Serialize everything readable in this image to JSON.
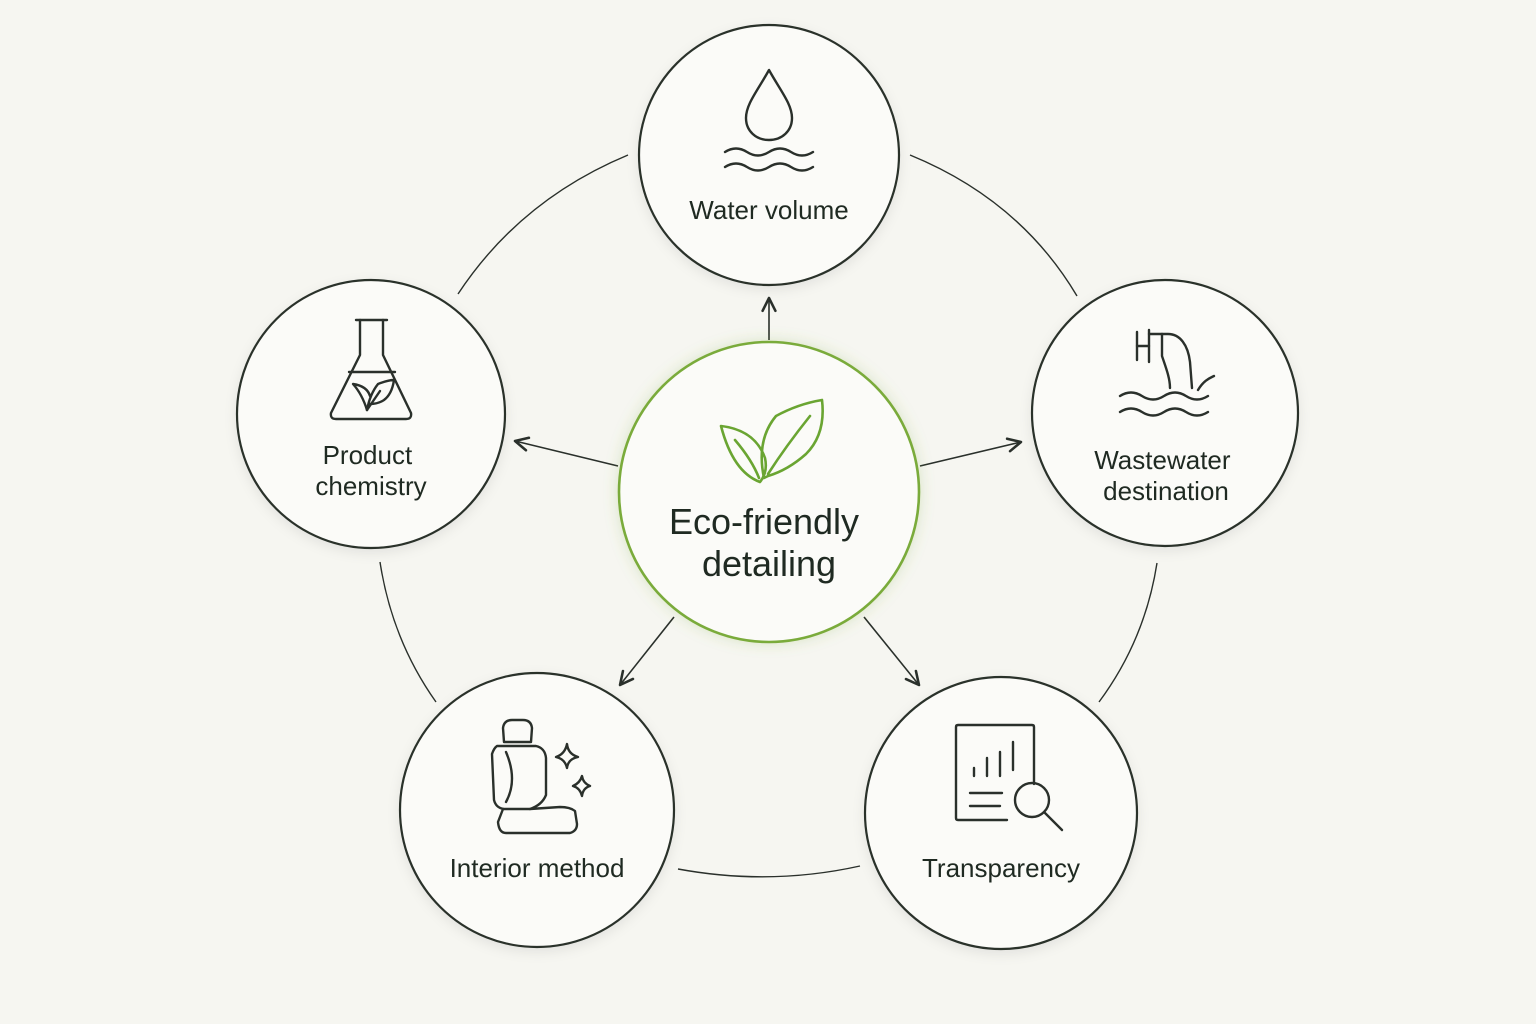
{
  "center": {
    "line1": "Eco-friendly",
    "line2": "detailing",
    "icon": "leaves-icon"
  },
  "nodes": [
    {
      "id": "water-volume",
      "lines": [
        "Water volume"
      ],
      "icon": "water-drop-icon"
    },
    {
      "id": "wastewater-destination",
      "lines": [
        "Wastewater",
        "destination"
      ],
      "icon": "drain-pipe-icon"
    },
    {
      "id": "transparency",
      "lines": [
        "Transparency"
      ],
      "icon": "report-magnifier-icon"
    },
    {
      "id": "interior-method",
      "lines": [
        "Interior method"
      ],
      "icon": "car-seat-sparkle-icon"
    },
    {
      "id": "product-chemistry",
      "lines": [
        "Product",
        "chemistry"
      ],
      "icon": "flask-leaf-icon"
    }
  ],
  "colors": {
    "background": "#f6f6f1",
    "outline": "#2a302b",
    "accent_green": "#7aab3b",
    "text": "#1f2a22"
  }
}
